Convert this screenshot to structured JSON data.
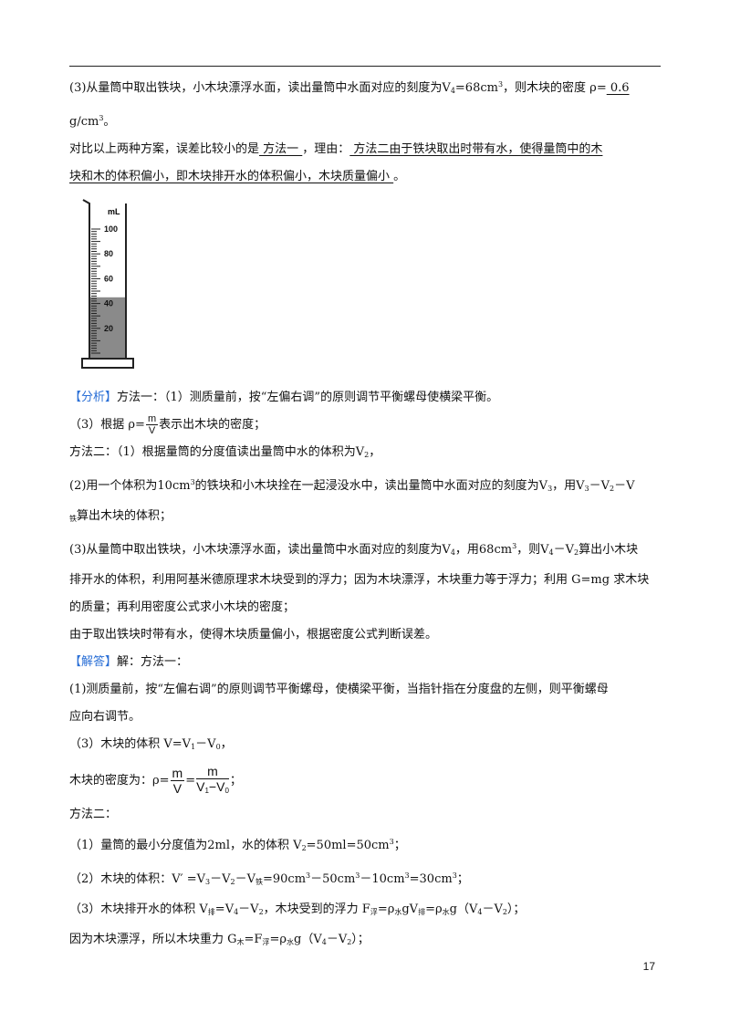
{
  "line1": {
    "a": "(3)从量筒中取出铁块，小木块漂浮水面，读出量筒中水面对应的刻度为V",
    "sub4": "4",
    "b": "=68cm",
    "sup3": "3",
    "c": "，则木块的密度 ρ=",
    "ans": "  0.6"
  },
  "line2": {
    "a": "g/cm",
    "sup3": "3",
    "b": "。"
  },
  "line3": {
    "a": "对比以上两种方案，误差比较小的是",
    "ans1": "  方法一  ",
    "b": "，理由：",
    "ans2": "  方法二由于铁块取出时带有水，使得量筒中的木"
  },
  "line4": {
    "ans": "块和木的体积偏小，即木块排开水的体积偏小，木块质量偏小  ",
    "b": "。"
  },
  "cylinder": {
    "unit": "mL",
    "ticks": [
      "100",
      "80",
      "60",
      "40",
      "20"
    ],
    "water_level": 45,
    "water_color": "#8a8a8a"
  },
  "analysis": {
    "tag": "【分析】",
    "l1": "方法一：（1）测质量前，按“左偏右调”的原则调节平衡螺母使横梁平衡。",
    "l2a": "（3）根据 ρ=",
    "l2num": "m",
    "l2den": "V",
    "l2b": "表示出木块的密度；",
    "l3a": "方法二：（1）根据量筒的分度值读出量筒中水的体积为V",
    "l3sub": "2",
    "l3b": "，",
    "l4a": "(2)用一个体积为10cm",
    "l4sup": "3",
    "l4b": "的铁块和小木块拴在一起浸没水中，读出量筒中水面对应的刻度为V",
    "l4sub": "3",
    "l4c": "，用V",
    "l4sub2": "3",
    "l4d": "－V",
    "l4sub3": "2",
    "l4e": "－V",
    "l5sub": "铁",
    "l5": "算出木块的体积；",
    "l6a": "(3)从量筒中取出铁块，小木块漂浮水面，读出量筒中水面对应的刻度为V",
    "l6sub": "4",
    "l6b": "，用68cm",
    "l6sup": "3",
    "l6c": "，则V",
    "l6sub2": "4",
    "l6d": "－V",
    "l6sub3": "2",
    "l6e": "算出小木块",
    "l7": "排开水的体积，利用阿基米德原理求木块受到的浮力；因为木块漂浮，木块重力等于浮力；利用 G=mg 求木块",
    "l8": "的质量；再利用密度公式求小木块的密度；",
    "l9": "由于取出铁块时带有水，使得木块质量偏小，根据密度公式判断误差。"
  },
  "solution": {
    "tag": "【解答】",
    "t1": "解：方法一：",
    "l2": "(1)测质量前，按“左偏右调”的原则调节平衡螺母，使横梁平衡，当指针指在分度盘的左侧，则平衡螺母",
    "l3": "应向右调节。",
    "l4a": "（3）木块的体积 V=V",
    "l4sub1": "1",
    "l4b": "－V",
    "l4sub0": "0",
    "l4c": "，",
    "l5a": "木块的密度为：ρ=",
    "l5num": "m",
    "l5den": "V",
    "l5eq": "=",
    "l5num2": "m",
    "l5den2a": "V",
    "l5den2s1": "1",
    "l5den2b": "−V",
    "l5den2s0": "0",
    "l5b": "；",
    "l6": "方法二：",
    "l7a": "（1）量筒的最小分度值为2ml，水的体积 V",
    "l7sub": "2",
    "l7b": "=50ml=50cm",
    "l7sup": "3",
    "l7c": "；",
    "l8a": "（2）木块的体积：V′ =V",
    "l8s3": "3",
    "l8b": "－V",
    "l8s2": "2",
    "l8c": "－V",
    "l8sfe": "铁",
    "l8d": "=90cm",
    "l8sup1": "3",
    "l8e": "－50cm",
    "l8sup2": "3",
    "l8f": "－10cm",
    "l8sup3": "3",
    "l8g": "=30cm",
    "l8sup4": "3",
    "l8h": "；",
    "l9a": "（3）木块排开水的体积 V",
    "l9s1": "排",
    "l9b": "=V",
    "l9s2": "4",
    "l9c": "－V",
    "l9s3": "2",
    "l9d": "，木块受到的浮力 F",
    "l9s4": "浮",
    "l9e": "=ρ",
    "l9s5": "水",
    "l9f": "gV",
    "l9s6": "排",
    "l9g": "=ρ",
    "l9s7": "水",
    "l9h": "g（V",
    "l9s8": "4",
    "l9i": "－V",
    "l9s9": "2",
    "l9j": "）；",
    "l10a": "因为木块漂浮，所以木块重力 G",
    "l10s1": "木",
    "l10b": "=F",
    "l10s2": "浮",
    "l10c": "=ρ",
    "l10s3": "水",
    "l10d": "g（V",
    "l10s4": "4",
    "l10e": "－V",
    "l10s5": "2",
    "l10f": "）；"
  },
  "page_number": "17"
}
